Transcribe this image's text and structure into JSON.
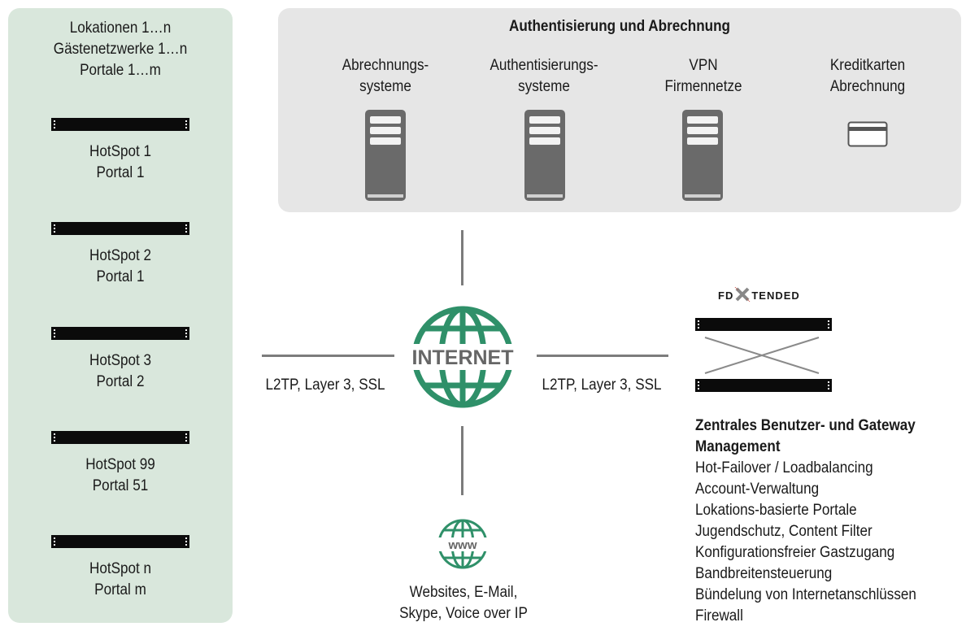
{
  "left_panel": {
    "header": [
      "Lokationen 1…n",
      "Gästenetzwerke 1…n",
      "Portale 1…m"
    ],
    "hotspots": [
      {
        "name": "HotSpot 1",
        "portal": "Portal 1"
      },
      {
        "name": "HotSpot 2",
        "portal": "Portal 1"
      },
      {
        "name": "HotSpot 3",
        "portal": "Portal 2"
      },
      {
        "name": "HotSpot 99",
        "portal": "Portal 51"
      },
      {
        "name": "HotSpot n",
        "portal": "Portal m"
      }
    ]
  },
  "top_panel": {
    "title": "Authentisierung und Abrechnung",
    "systems": [
      {
        "line1": "Abrechnungs-",
        "line2": "systeme"
      },
      {
        "line1": "Authentisierungs-",
        "line2": "systeme"
      },
      {
        "line1": "VPN",
        "line2": "Firmennetze"
      },
      {
        "line1": "Kreditkarten",
        "line2": "Abrechnung"
      }
    ]
  },
  "internet": {
    "label": "INTERNET"
  },
  "connections": {
    "left_label": "L2TP, Layer 3, SSL",
    "right_label": "L2TP, Layer 3, SSL"
  },
  "www": {
    "icon_text": "www",
    "line1": "Websites, E-Mail,",
    "line2": "Skype, Voice over IP"
  },
  "central": {
    "brand_left": "FD",
    "brand_right": "TENDED",
    "title_line1": "Zentrales Benutzer- und Gateway",
    "title_line2": "Management",
    "features": [
      "Hot-Failover / Loadbalancing",
      "Account-Verwaltung",
      "Lokations-basierte Portale",
      "Jugendschutz, Content Filter",
      "Konfigurationsfreier Gastzugang",
      "Bandbreitensteuerung",
      "Bündelung von Internetanschlüssen",
      "Firewall"
    ]
  },
  "colors": {
    "green": "#2f9069",
    "left_bg": "#d9e7dc",
    "top_bg": "#e6e6e6",
    "server": "#6a6a6a",
    "line": "#7c7c7c"
  }
}
